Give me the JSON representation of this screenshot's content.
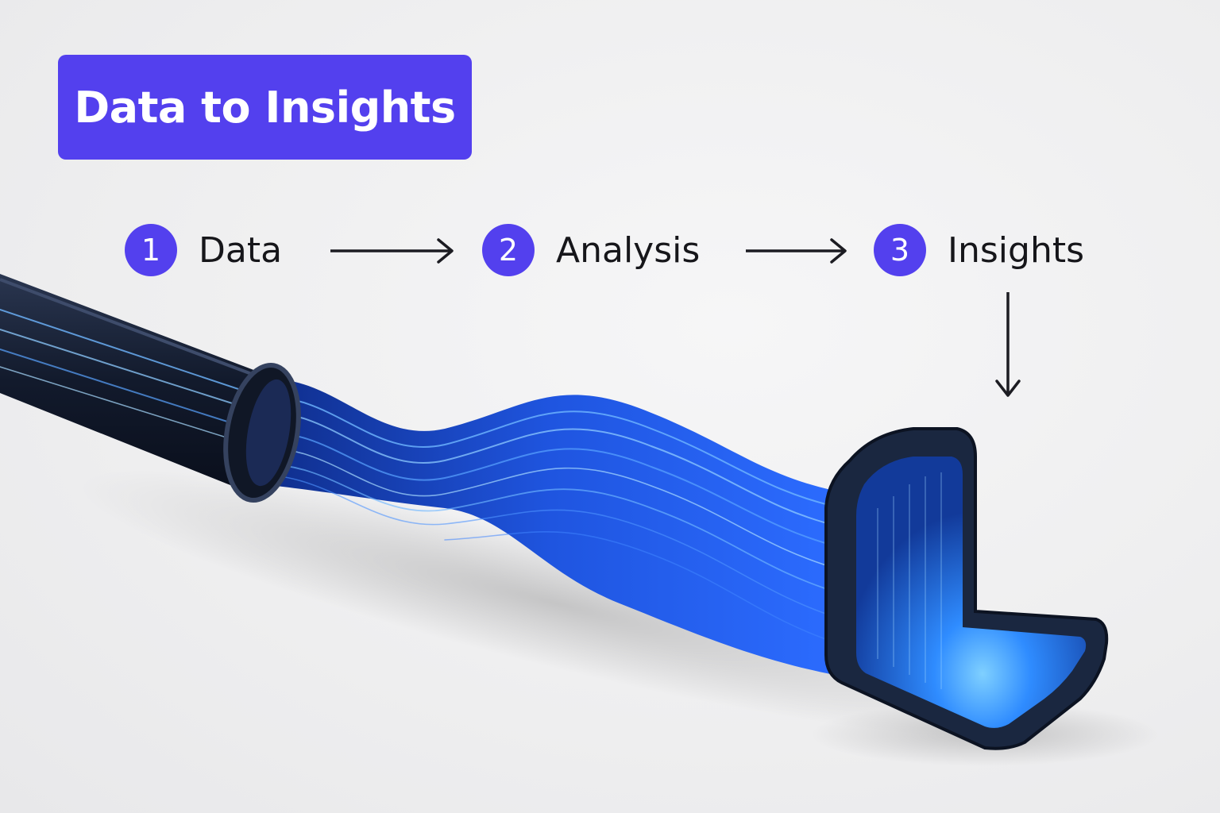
{
  "title": "Data to Insights",
  "steps": [
    {
      "number": "1",
      "label": "Data"
    },
    {
      "number": "2",
      "label": "Analysis"
    },
    {
      "number": "3",
      "label": "Insights"
    }
  ],
  "colors": {
    "accent": "#5340ee",
    "text": "#16161a",
    "arrow": "#1c1c22",
    "cable": "#1c2a44",
    "glow": "#2f7bff"
  }
}
